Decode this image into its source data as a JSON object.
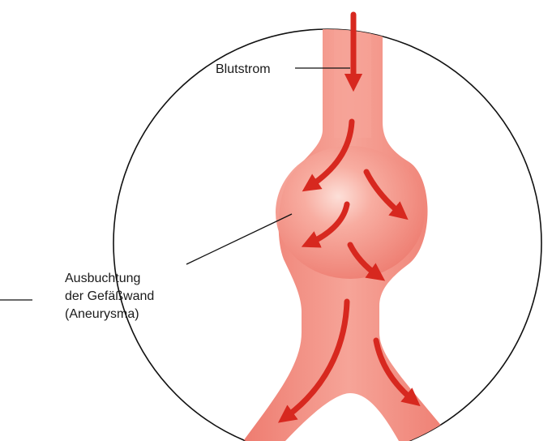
{
  "labels": {
    "blood_flow": "Blutstrom",
    "aneurysm_line1": "Ausbuchtung",
    "aneurysm_line2": "der Gefäßwand",
    "aneurysm_line3": "(Aneurysma)"
  },
  "colors": {
    "vessel_outer": "#f0887d",
    "vessel_inner": "#f7a89c",
    "vessel_highlight": "#fde3dc",
    "arrow": "#d7281f",
    "outline": "#111111",
    "text": "#1a1a1a"
  }
}
